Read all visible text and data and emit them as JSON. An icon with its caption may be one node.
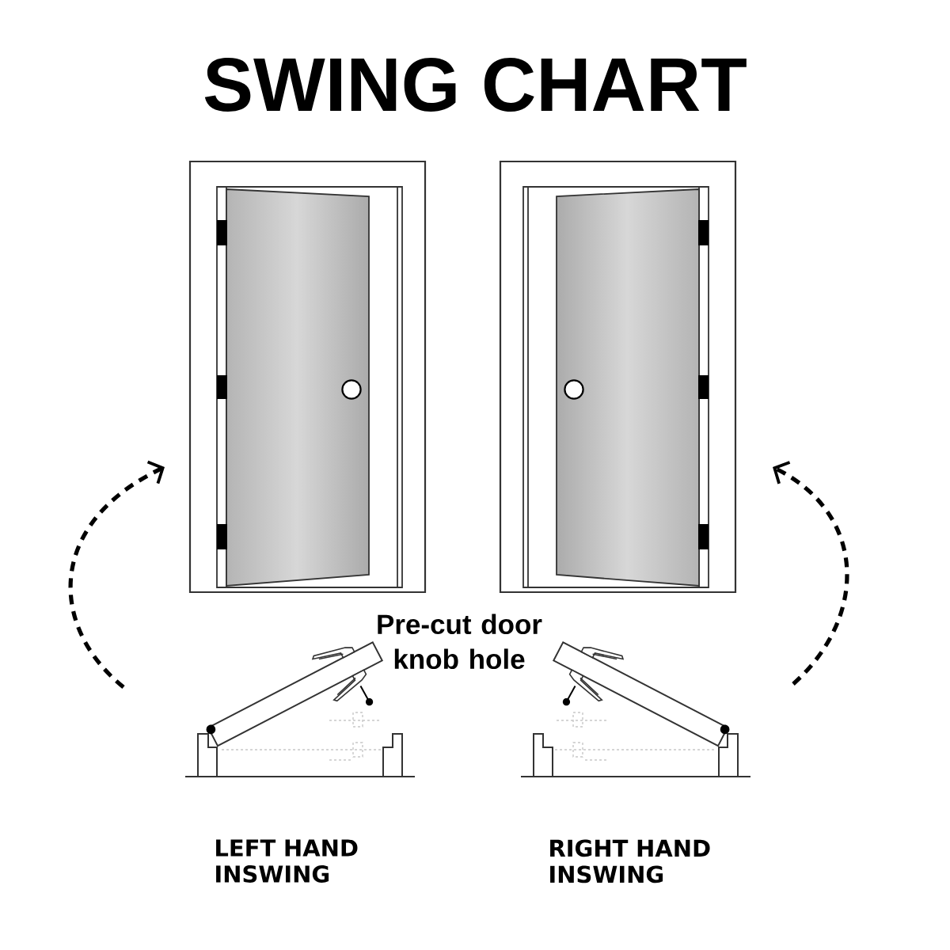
{
  "diagram": {
    "title": "SWING CHART",
    "labels": [
      "Pre-cut door knob hole",
      "LEFT HAND INSWING",
      "RIGHT HAND INSWING"
    ]
  }
}
